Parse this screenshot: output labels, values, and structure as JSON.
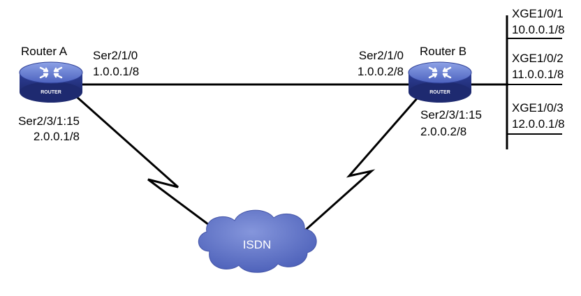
{
  "routers": [
    {
      "name": "Router A",
      "badge": "ROUTER"
    },
    {
      "name": "Router B",
      "badge": "ROUTER"
    }
  ],
  "router_a": {
    "ser_main": {
      "interface": "Ser2/1/0",
      "ip": "1.0.0.1/8"
    },
    "ser_isdn": {
      "interface": "Ser2/3/1:15",
      "ip": "2.0.0.1/8"
    }
  },
  "router_b": {
    "ser_main": {
      "interface": "Ser2/1/0",
      "ip": "1.0.0.2/8"
    },
    "ser_isdn": {
      "interface": "Ser2/3/1:15",
      "ip": "2.0.0.2/8"
    }
  },
  "ports": [
    {
      "interface": "XGE1/0/1",
      "ip": "10.0.0.1/8"
    },
    {
      "interface": "XGE1/0/2",
      "ip": "11.0.0.1/8"
    },
    {
      "interface": "XGE1/0/3",
      "ip": "12.0.0.1/8"
    }
  ],
  "cloud": {
    "label": "ISDN"
  },
  "colors": {
    "router_body": "#3d52b0",
    "router_top": "#6e86d6",
    "cloud": "#5a6fc4",
    "line": "#000000"
  }
}
